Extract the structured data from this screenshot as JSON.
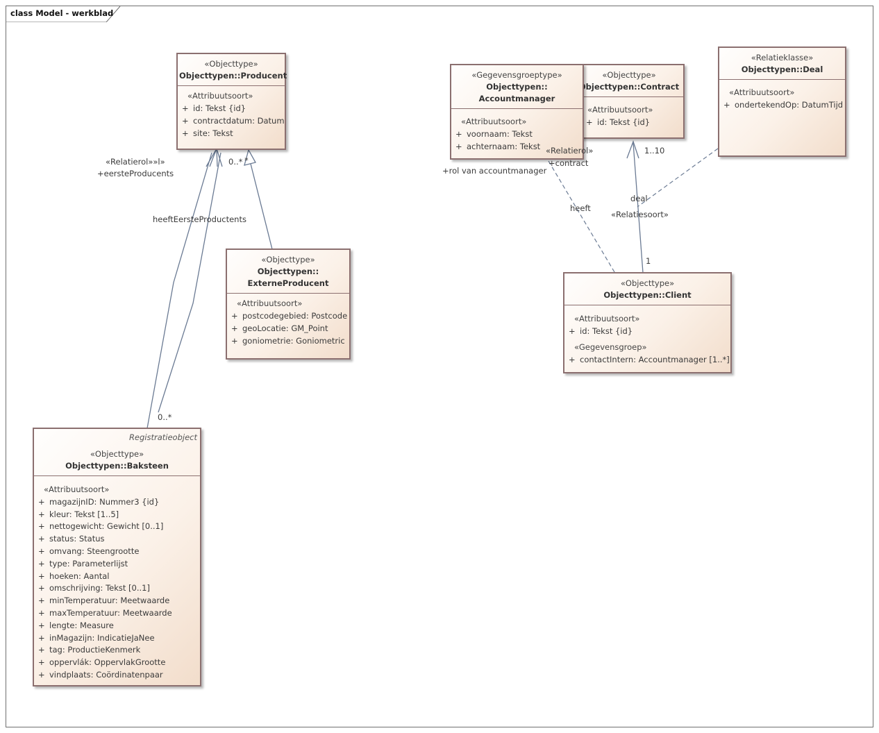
{
  "frame": {
    "title": "class Model - werkblad"
  },
  "classes": {
    "producent": {
      "stereotype": "«Objecttype»",
      "name": "Objecttypen::Producent",
      "section": "«Attribuutsoort»",
      "attributes": [
        {
          "vis": "+",
          "text": "id: Tekst {id}"
        },
        {
          "vis": "+",
          "text": "contractdatum: Datum"
        },
        {
          "vis": "+",
          "text": "site: Tekst"
        }
      ]
    },
    "externeproducent": {
      "stereotype": "«Objecttype»",
      "name_line1": "Objecttypen::",
      "name_line2": "ExterneProducent",
      "section": "«Attribuutsoort»",
      "attributes": [
        {
          "vis": "+",
          "text": "postcodegebied: Postcode"
        },
        {
          "vis": "+",
          "text": "geoLocatie: GM_Point"
        },
        {
          "vis": "+",
          "text": "goniometrie: Goniometric"
        }
      ]
    },
    "baksteen": {
      "tag": "Registratieobject",
      "stereotype": "«Objecttype»",
      "name": "Objecttypen::Baksteen",
      "section": "«Attribuutsoort»",
      "attributes": [
        {
          "vis": "+",
          "text": "magazijnID: Nummer3 {id}"
        },
        {
          "vis": "+",
          "text": "kleur: Tekst [1..5]"
        },
        {
          "vis": "+",
          "text": "nettogewicht: Gewicht [0..1]"
        },
        {
          "vis": "+",
          "text": "status: Status"
        },
        {
          "vis": "+",
          "text": "omvang: Steengrootte"
        },
        {
          "vis": "+",
          "text": "type: Parameterlijst"
        },
        {
          "vis": "+",
          "text": "hoeken: Aantal"
        },
        {
          "vis": "+",
          "text": "omschrijving: Tekst [0..1]"
        },
        {
          "vis": "+",
          "text": "minTemperatuur: Meetwaarde"
        },
        {
          "vis": "+",
          "text": "maxTemperatuur: Meetwaarde"
        },
        {
          "vis": "+",
          "text": "lengte: Measure"
        },
        {
          "vis": "+",
          "text": "inMagazijn: IndicatieJaNee"
        },
        {
          "vis": "+",
          "text": "tag: ProductieKenmerk"
        },
        {
          "vis": "+",
          "text": "oppervlák: OppervlakGrootte"
        },
        {
          "vis": "+",
          "text": "vindplaats: Coördinatenpaar"
        }
      ]
    },
    "accountmanager": {
      "stereotype": "«Gegevensgroeptype»",
      "name_line1": "Objecttypen::",
      "name_line2": "Accountmanager",
      "section": "«Attribuutsoort»",
      "attributes": [
        {
          "vis": "+",
          "text": "voornaam: Tekst"
        },
        {
          "vis": "+",
          "text": "achternaam: Tekst"
        }
      ]
    },
    "contract": {
      "stereotype": "«Objecttype»",
      "name": "Objecttypen::Contract",
      "section": "«Attribuutsoort»",
      "attributes": [
        {
          "vis": "+",
          "text": "id: Tekst {id}"
        }
      ]
    },
    "deal": {
      "stereotype": "«Relatieklasse»",
      "name": "Objecttypen::Deal",
      "section": "«Attribuutsoort»",
      "attributes": [
        {
          "vis": "+",
          "text": "ondertekendOp: DatumTijd"
        }
      ]
    },
    "client": {
      "stereotype": "«Objecttype»",
      "name": "Objecttypen::Client",
      "section": "«Attribuutsoort»",
      "attributes": [
        {
          "vis": "+",
          "text": "id: Tekst {id}"
        }
      ],
      "section2": "«Gegevensgroep»",
      "attributes2": [
        {
          "vis": "+",
          "text": "contactIntern: Accountmanager [1..*]"
        }
      ]
    }
  },
  "labels": {
    "relatierol_left": "«Relatierol»»l»",
    "eersteproducent": "+eersteProducents",
    "multiplicity_producent": "0..*",
    "multiplicity_producent_star": "*",
    "heefteersteproducent": "heeftEersteProductents",
    "multiplicity_baksteen": "0..*",
    "relatierol_right": "«Relatierol»",
    "contract_role": "+contract",
    "rol_van_accountmanager": "+rol van accountmanager",
    "heeft": "heeft",
    "multiplicity_contract": "1..10",
    "deal": "deal",
    "relatiesoort": "«Relatiesoort»",
    "multiplicity_client": "1"
  }
}
